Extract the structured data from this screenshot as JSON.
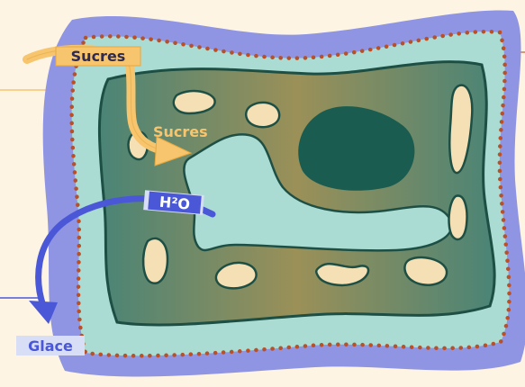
{
  "labels": {
    "sugar_top": "Sucres",
    "sugar_inner": "Sucres",
    "water": "H²O",
    "ice": "Glace"
  },
  "colors": {
    "background": "#fdf4e3",
    "outer_membrane": "#8f95e2",
    "cell_wall": "#abdcd3",
    "wall_dots": "#b8502a",
    "cytoplasm_edge": "#4a8476",
    "cytoplasm_center": "#9b9058",
    "nucleus": "#1a5c4f",
    "vacuoles": "#f5e0b5",
    "sugar_arrow": "#f6c56e",
    "sugar_label_bg": "#f6c56e",
    "sugar_text": "#f6c56e",
    "water_arrow": "#4a58d8",
    "water_label_bg": "#d8def5",
    "water_text": "#ffffff",
    "ice_label_bg": "#d8def5",
    "ice_text": "#4a58d8"
  }
}
